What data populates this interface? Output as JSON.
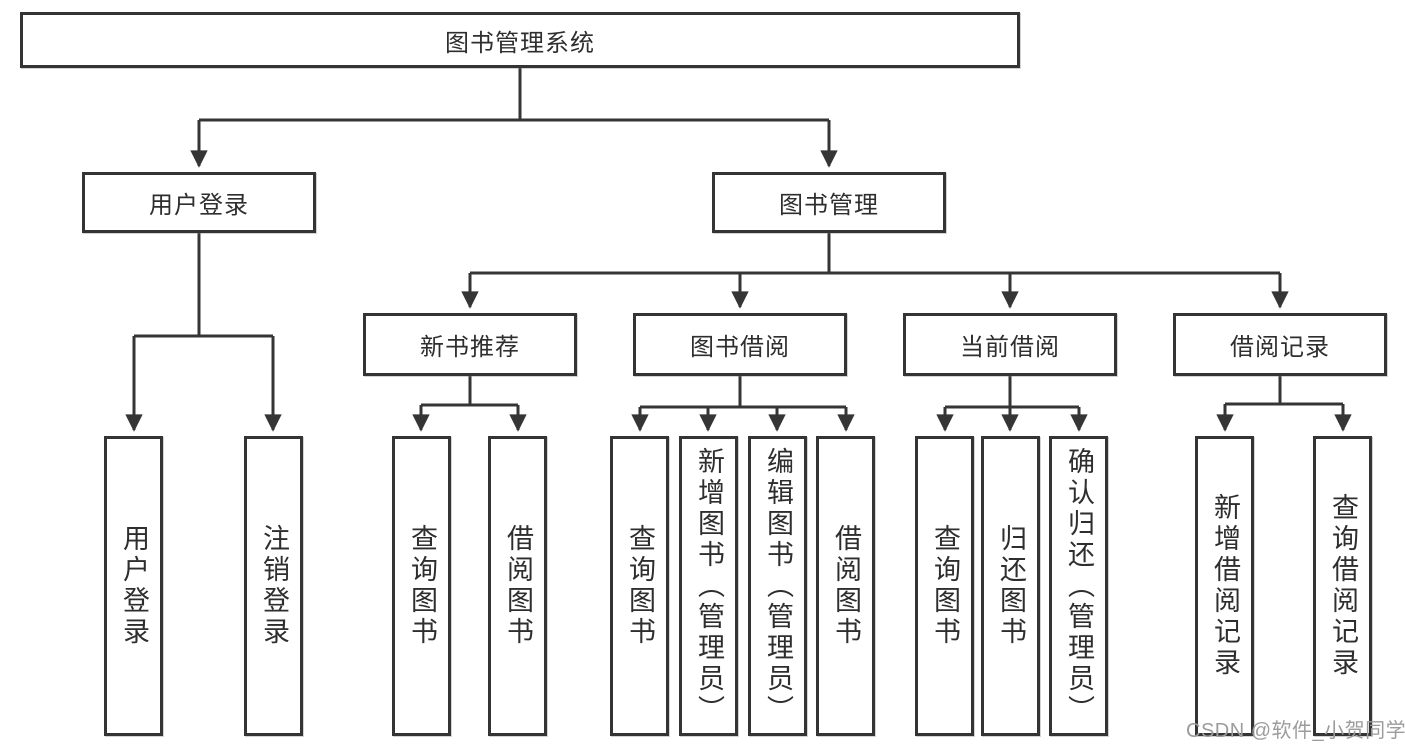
{
  "diagram": {
    "type": "hierarchy-tree",
    "orientation": "top-down",
    "tree": {
      "root": {
        "label": "图书管理系统",
        "children": [
          {
            "label": "用户登录",
            "children": [
              {
                "label": "用户登录"
              },
              {
                "label": "注销登录"
              }
            ]
          },
          {
            "label": "图书管理",
            "children": [
              {
                "label": "新书推荐",
                "children": [
                  {
                    "label": "查询图书"
                  },
                  {
                    "label": "借阅图书"
                  }
                ]
              },
              {
                "label": "图书借阅",
                "children": [
                  {
                    "label": "查询图书"
                  },
                  {
                    "label": "新增图书（管理员）"
                  },
                  {
                    "label": "编辑图书（管理员）"
                  },
                  {
                    "label": "借阅图书"
                  }
                ]
              },
              {
                "label": "当前借阅",
                "children": [
                  {
                    "label": "查询图书"
                  },
                  {
                    "label": "归还图书"
                  },
                  {
                    "label": "确认归还（管理员）"
                  }
                ]
              },
              {
                "label": "借阅记录",
                "children": [
                  {
                    "label": "新增借阅记录"
                  },
                  {
                    "label": "查询借阅记录"
                  }
                ]
              }
            ]
          }
        ]
      }
    },
    "colors": {
      "background": "#ffffff",
      "box_border": "#343434",
      "box_fill": "#ffffff",
      "line": "#353535",
      "text": "#2e2e2e",
      "watermark": "#9c9c9c"
    }
  },
  "watermark": {
    "text": "CSDN @软件_小贺同学"
  }
}
